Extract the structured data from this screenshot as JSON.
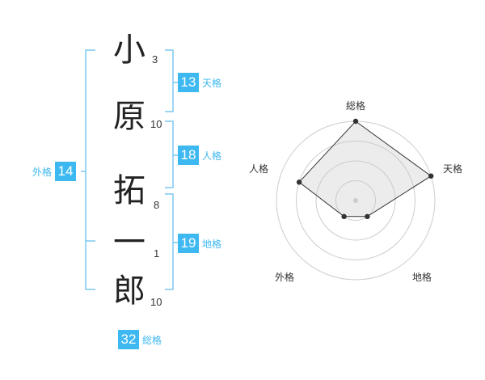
{
  "name": {
    "characters": [
      {
        "char": "小",
        "strokes": "3"
      },
      {
        "char": "原",
        "strokes": "10"
      },
      {
        "char": "拓",
        "strokes": "8"
      },
      {
        "char": "一",
        "strokes": "1"
      },
      {
        "char": "郎",
        "strokes": "10"
      }
    ]
  },
  "fortunes": {
    "tenkaku": {
      "value": "13",
      "label": "天格"
    },
    "jinkaku": {
      "value": "18",
      "label": "人格"
    },
    "chikaku": {
      "value": "19",
      "label": "地格"
    },
    "gaikaku": {
      "value": "14",
      "label": "外格"
    },
    "soukaku": {
      "value": "32",
      "label": "総格"
    }
  },
  "colors": {
    "accent": "#3db8f0",
    "bracket": "#7cc8f0"
  },
  "chart_data": {
    "type": "radar",
    "axes": [
      "総格",
      "天格",
      "地格",
      "外格",
      "人格"
    ],
    "values": [
      4,
      4,
      1,
      1,
      3
    ],
    "max": 4,
    "rings": 4,
    "grid": true
  }
}
